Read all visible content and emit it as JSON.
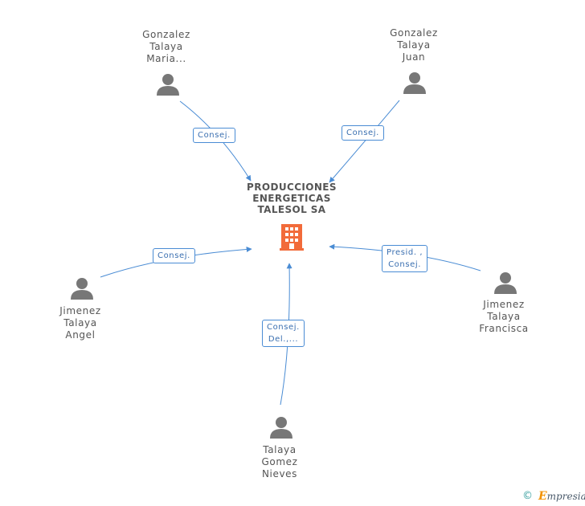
{
  "company": {
    "name_lines": [
      "PRODUCCIONES",
      "ENERGETICAS",
      "TALESOL SA"
    ],
    "icon": "building-icon",
    "color": "#f26b3a"
  },
  "persons": [
    {
      "id": "p1",
      "name_lines": [
        "Gonzalez",
        "Talaya",
        "Maria..."
      ],
      "icon": "person-icon"
    },
    {
      "id": "p2",
      "name_lines": [
        "Gonzalez",
        "Talaya",
        "Juan"
      ],
      "icon": "person-icon"
    },
    {
      "id": "p3",
      "name_lines": [
        "Jimenez",
        "Talaya",
        "Angel"
      ],
      "icon": "person-icon"
    },
    {
      "id": "p4",
      "name_lines": [
        "Jimenez",
        "Talaya",
        "Francisca"
      ],
      "icon": "person-icon"
    },
    {
      "id": "p5",
      "name_lines": [
        "Talaya",
        "Gomez",
        "Nieves"
      ],
      "icon": "person-icon"
    }
  ],
  "edges": [
    {
      "from": "p1",
      "label_lines": [
        "Consej."
      ]
    },
    {
      "from": "p2",
      "label_lines": [
        "Consej."
      ]
    },
    {
      "from": "p3",
      "label_lines": [
        "Consej."
      ]
    },
    {
      "from": "p4",
      "label_lines": [
        "Presid. ,",
        "Consej."
      ]
    },
    {
      "from": "p5",
      "label_lines": [
        "Consej.",
        "Del.,..."
      ]
    }
  ],
  "colors": {
    "edge": "#4a8cd4",
    "person": "#777777",
    "text": "#555555"
  },
  "footer": {
    "copyright": "©",
    "brand_first": "E",
    "brand_rest": "mpresia"
  }
}
